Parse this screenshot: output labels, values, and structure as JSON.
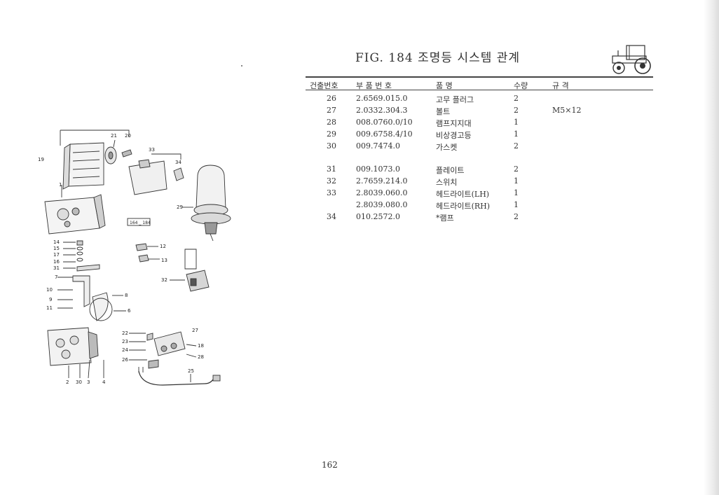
{
  "figure": {
    "title": "FIG. 184 조명등 시스템 관계",
    "page_number": "162",
    "thumbnail_icon": "tractor-icon"
  },
  "table": {
    "headers": {
      "no": "건출번호",
      "part": "부 품 번 호",
      "name": "품   명",
      "qty": "수량",
      "spec": "규           격"
    },
    "rows": [
      {
        "no": "26",
        "part": "2.6569.015.0",
        "name": "고무 플러그",
        "qty": "2",
        "spec": ""
      },
      {
        "no": "27",
        "part": "2.0332.304.3",
        "name": "볼트",
        "qty": "2",
        "spec": "M5×12"
      },
      {
        "no": "28",
        "part": "008.0760.0/10",
        "name": "램프지지대",
        "qty": "1",
        "spec": ""
      },
      {
        "no": "29",
        "part": "009.6758.4/10",
        "name": "비상경고등",
        "qty": "1",
        "spec": ""
      },
      {
        "no": "30",
        "part": "009.7474.0",
        "name": "가스켓",
        "qty": "2",
        "spec": ""
      },
      {
        "no": "31",
        "part": "009.1073.0",
        "name": "플레이트",
        "qty": "2",
        "spec": ""
      },
      {
        "no": "32",
        "part": "2.7659.214.0",
        "name": "스위치",
        "qty": "1",
        "spec": ""
      },
      {
        "no": "33",
        "part": "2.8039.060.0",
        "name": "헤드라이트(LH)",
        "qty": "1",
        "spec": ""
      },
      {
        "no": "",
        "part": "2.8039.080.0",
        "name": "헤드라이트(RH)",
        "qty": "1",
        "spec": ""
      },
      {
        "no": "34",
        "part": "010.2572.0",
        "name": "*램프",
        "qty": "2",
        "spec": ""
      }
    ]
  },
  "diagram": {
    "ref_label": "164 _ 184",
    "callouts": {
      "c21": "21",
      "c20": "20",
      "c19": "19",
      "c33": "33",
      "c34": "34",
      "c1": "1",
      "c29": "29",
      "c14": "14",
      "c15": "15",
      "c17": "17",
      "c16": "16",
      "c31": "31",
      "c7": "7",
      "c12": "12",
      "c13": "13",
      "c32": "32",
      "c10": "10",
      "c9": "9",
      "c11": "11",
      "c8": "8",
      "c6": "6",
      "c22": "22",
      "c23": "23",
      "c24": "24",
      "c26a": "26",
      "c27": "27",
      "c18": "18",
      "c28": "28",
      "c25": "25",
      "c2": "2",
      "c30": "30",
      "c3": "3",
      "c4": "4"
    }
  }
}
